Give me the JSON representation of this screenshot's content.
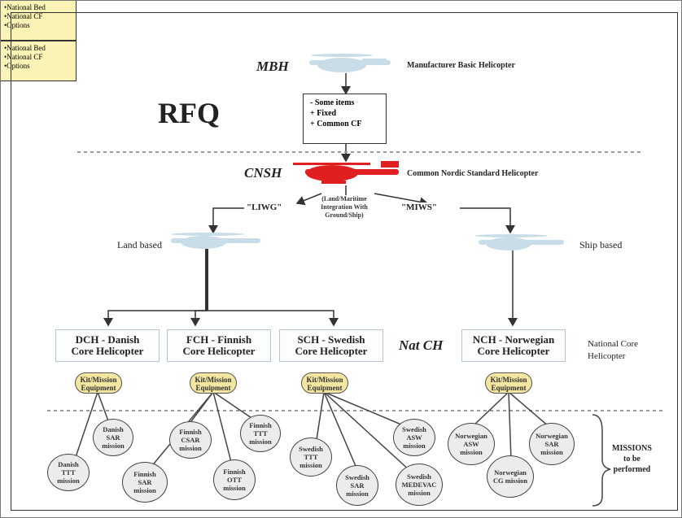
{
  "top": {
    "mbh_abbrev": "MBH",
    "mbh_label": "Manufacturer Basic Helicopter",
    "rfq": "RFQ",
    "rfq_items": [
      "- Some items",
      "+ Fixed",
      "+ Common CF"
    ],
    "cnsh_abbrev": "CNSH",
    "cnsh_label": "Common Nordic Standard Helicopter",
    "liwg": "\"LIWG\"",
    "miws": "\"MIWS\"",
    "integration_note": "(Land/Maritime Integration With Ground/Ship)",
    "land_based": "Land based",
    "ship_based": "Ship based"
  },
  "options_land": [
    "National Bed",
    "National CF",
    "Options"
  ],
  "options_ship": [
    "National Bed",
    "National CF",
    "Options"
  ],
  "core": {
    "nat_ch": "Nat CH",
    "label_line1": "National Core",
    "label_line2": "Helicopter",
    "boxes": [
      {
        "l1": "DCH - Danish",
        "l2": "Core Helicopter"
      },
      {
        "l1": "FCH - Finnish",
        "l2": "Core Helicopter"
      },
      {
        "l1": "SCH - Swedish",
        "l2": "Core Helicopter"
      },
      {
        "l1": "NCH - Norwegian",
        "l2": "Core Helicopter"
      }
    ],
    "equipment": [
      "Kit/Mission Equipment",
      "Kit/Mission Equipment",
      "Kit/Mission Equipment",
      "Kit/Mission Equipment"
    ]
  },
  "missions": {
    "label_line1": "MISSIONS",
    "label_line2": "to be",
    "label_line3": "performed",
    "items": [
      "Danish SAR mission",
      "Danish TTT mission",
      "Finnish CSAR mission",
      "Finnish SAR mission",
      "Finnish TTT mission",
      "Finnish OTT mission",
      "Swedish TTT mission",
      "Swedish SAR mission",
      "Swedish MEDEVAC mission",
      "Swedish ASW mission",
      "Norwegian ASW mission",
      "Norwegian CG mission",
      "Norwegian SAR mission"
    ]
  },
  "colors": {
    "helicopter_light": "#c9dde8",
    "helicopter_red": "#e02020",
    "options_fill": "#fbf3b6",
    "equipment_fill": "#f3e6a0",
    "mission_fill": "#ececec"
  }
}
